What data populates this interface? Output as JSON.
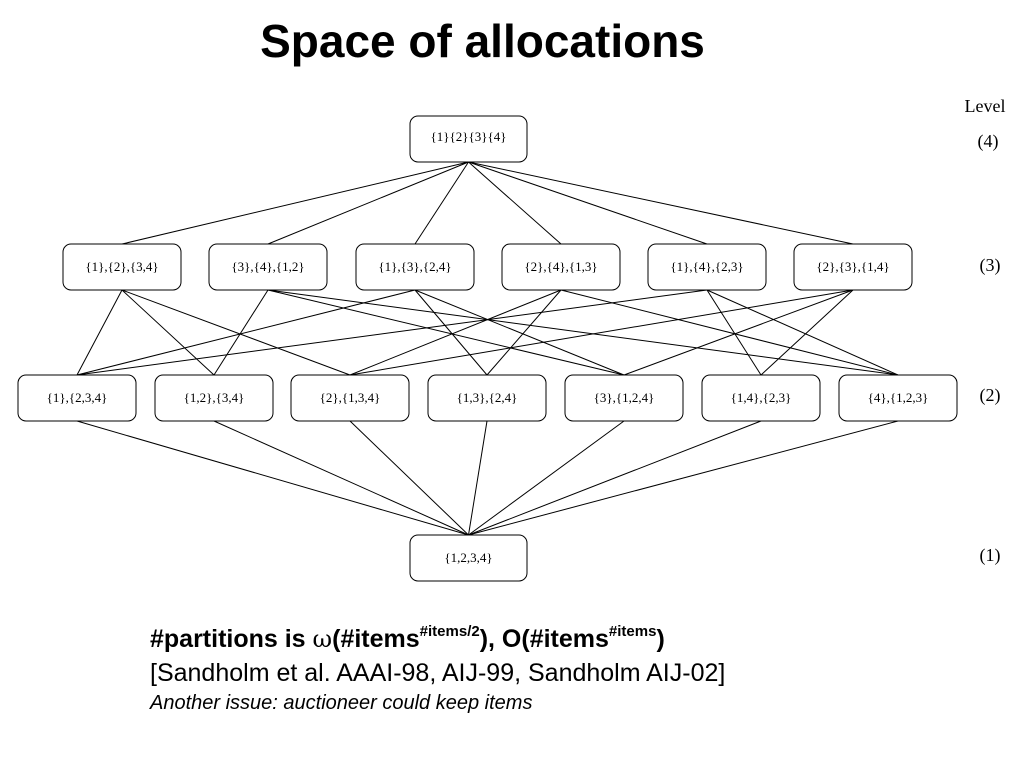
{
  "title": "Space of allocations",
  "level_header": "Level",
  "levels": [
    {
      "label": "(4)",
      "nodes": [
        "{1}{2}{3}{4}"
      ]
    },
    {
      "label": "(3)",
      "nodes": [
        "{1},{2},{3,4}",
        "{3},{4},{1,2}",
        "{1},{3},{2,4}",
        "{2},{4},{1,3}",
        "{1},{4},{2,3}",
        "{2},{3},{1,4}"
      ]
    },
    {
      "label": "(2)",
      "nodes": [
        "{1},{2,3,4}",
        "{1,2},{3,4}",
        "{2},{1,3,4}",
        "{1,3},{2,4}",
        "{3},{1,2,4}",
        "{1,4},{2,3}",
        "{4},{1,2,3}"
      ]
    },
    {
      "label": "(1)",
      "nodes": [
        "{1,2,3,4}"
      ]
    }
  ],
  "caption": {
    "line1_a": "#partitions is ",
    "omega": "ω",
    "line1_b": "(#items",
    "sup1": "#items/2",
    "line1_c": "), O(#items",
    "sup2": "#items",
    "line1_d": ")",
    "line2": "[Sandholm et al. AAAI-98, AIJ-99, Sandholm AIJ-02]",
    "line3": "Another issue: auctioneer could keep items"
  }
}
